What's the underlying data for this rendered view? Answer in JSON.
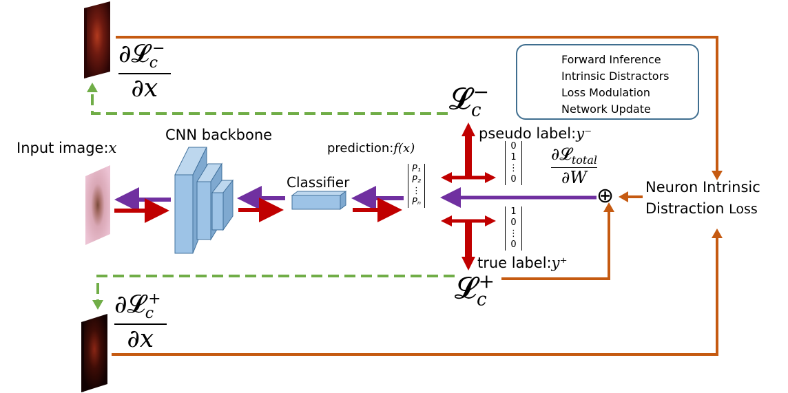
{
  "labels": {
    "input_image": "Input image:",
    "input_var": "x",
    "cnn_backbone": "CNN backbone",
    "classifier": "Classifier",
    "prediction": "prediction:",
    "prediction_fn": "f(x)",
    "pseudo_label": "pseudo label:",
    "pseudo_label_var": "y⁻",
    "true_label": "true label:",
    "true_label_var": "y⁺",
    "nidl_line1": "Neuron Intrinsic",
    "nidl_line2a": "Distraction ",
    "nidl_line2b": "Loss",
    "plus_symbol": "⊕"
  },
  "math": {
    "loss_minus": "𝓛",
    "loss_minus_sub": "c",
    "loss_minus_sup": "−",
    "loss_plus": "𝓛",
    "loss_plus_sub": "c",
    "loss_plus_sup": "+",
    "grad_minus_num": "∂𝓛",
    "grad_minus_num_sub": "c",
    "grad_minus_num_sup": "−",
    "grad_minus_den": "∂x",
    "grad_plus_num": "∂𝓛",
    "grad_plus_num_sub": "c",
    "grad_plus_num_sup": "+",
    "grad_plus_den": "∂x",
    "grad_total_num": "∂𝓛",
    "grad_total_num_sub": "total",
    "grad_total_den": "∂W"
  },
  "prediction_vector": [
    "P₁",
    "P₂",
    "⋮",
    "Pₙ"
  ],
  "pseudo_label_vector": [
    "0",
    "1",
    "⋮",
    "0"
  ],
  "true_label_vector": [
    "1",
    "0",
    "⋮",
    "0"
  ],
  "legend": {
    "items": [
      {
        "label": "Forward Inference",
        "style": "solid-thick",
        "color": "#c00000"
      },
      {
        "label": "Intrinsic Distractors",
        "style": "dashed",
        "color": "#70ad47"
      },
      {
        "label": "Loss Modulation",
        "style": "solid-thin",
        "color": "#c55a11"
      },
      {
        "label": "Network Update",
        "style": "solid-thick",
        "color": "#7030a0"
      }
    ]
  },
  "colors": {
    "forward": "#c00000",
    "distractor": "#70ad47",
    "modulation": "#c55a11",
    "update": "#7030a0",
    "cnn_block": "#9dc3e6",
    "cnn_block_edge": "#41719c",
    "legend_border": "#3f6e8f"
  }
}
